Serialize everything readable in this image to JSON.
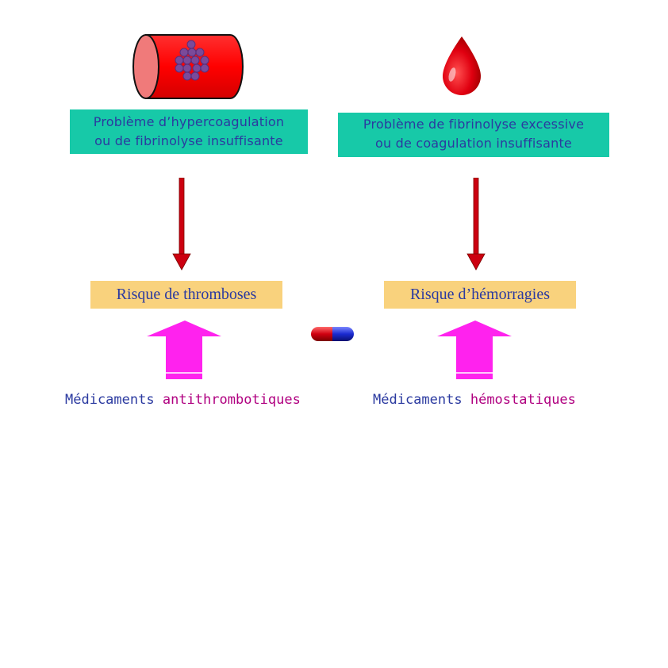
{
  "left": {
    "problem": {
      "line1": "Problème d’hypercoagulation",
      "line2": "ou de fibrinolyse insuffisante"
    },
    "risk": "Risque de thromboses",
    "medication": {
      "prefix": "Médicaments",
      "name": "antithrombotiques"
    },
    "icon": "blood-vessel-clot-icon"
  },
  "right": {
    "problem": {
      "line1": "Problème de fibrinolyse excessive",
      "line2": "ou de coagulation insuffisante"
    },
    "risk": "Risque d’hémorragies",
    "medication": {
      "prefix": "Médicaments",
      "name": "hémostatiques"
    },
    "icon": "blood-drop-icon"
  },
  "center_icon": "capsule-icon",
  "colors": {
    "problem_bg": "#17c9a8",
    "risk_bg": "#f9d27d",
    "text": "#2b3aa0",
    "accent_text": "#b00080",
    "down_arrow": "#cc0010",
    "up_arrow": "#ff22ee"
  }
}
